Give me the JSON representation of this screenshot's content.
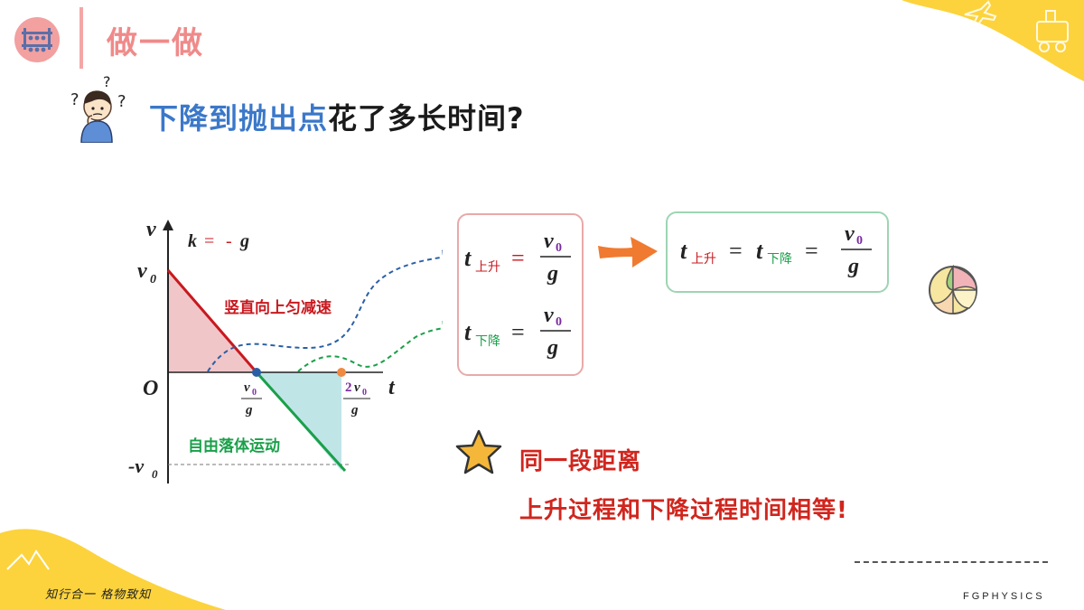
{
  "header": {
    "title": "做一做"
  },
  "question": {
    "highlight": "下降到抛出点",
    "rest": "花了多长时间?"
  },
  "graph": {
    "v_axis": "v",
    "t_axis": "t",
    "slope_k": "k",
    "slope_eq": "=",
    "slope_neg": "-",
    "slope_g": "g",
    "v0": "v",
    "v0_sub": "0",
    "neg_v0": "-v",
    "neg_v0_sub": "0",
    "origin": "O",
    "t1_num": "v",
    "t1_num_sub": "0",
    "t1_den": "g",
    "t2_coef": "2",
    "t2_num": "v",
    "t2_num_sub": "0",
    "t2_den": "g",
    "rise_label": "竖直向上匀减速",
    "fall_label": "自由落体运动",
    "colors": {
      "rise": "#c8191f",
      "fall": "#1aa04a",
      "rise_fill": "#eebcc0",
      "fall_fill": "#b9e2e4"
    }
  },
  "formula_box1": {
    "t": "t",
    "rise_sub": "上升",
    "fall_sub": "下降",
    "eq": "=",
    "num": "v",
    "num_sub": "0",
    "den": "g"
  },
  "formula_box2": {
    "t": "t",
    "rise_sub": "上升",
    "fall_sub": "下降",
    "eq": "=",
    "num": "v",
    "num_sub": "0",
    "den": "g"
  },
  "conclusion": {
    "line1": "同一段距离",
    "line2": "上升过程和下降过程时间相等!"
  },
  "footer": {
    "left": "知行合一  格物致知",
    "right": "FGPHYSICS"
  }
}
